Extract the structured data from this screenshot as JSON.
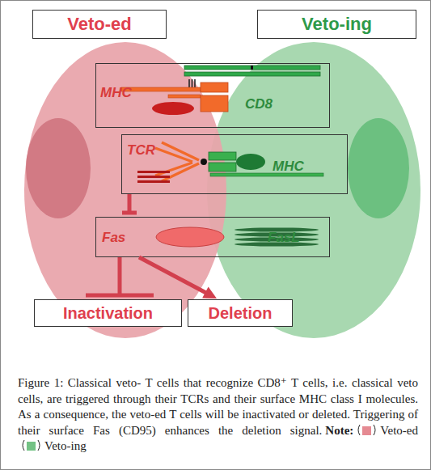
{
  "diagram": {
    "caption": "Figure 1: Classical veto- T cells that recognize CD8⁺ T cells, i.e. classical veto cells, are triggered through their TCRs and their surface MHC class I molecules. As a consequence, the veto-ed T cells will be inactivated or deleted. Triggering of their surface Fas (CD95) enhances the deletion signal.",
    "nodes": [
      {
        "text": [
          "Veto-ed"
        ]
      },
      {
        "text": [
          "Veto-ing"
        ]
      },
      {
        "text": [
          "MHC",
          "CD8"
        ]
      },
      {
        "text": [
          "TCR",
          "MHC"
        ]
      },
      {
        "text": [
          "Fas",
          "FasL"
        ]
      },
      {
        "text": [
          "Inactivation"
        ]
      },
      {
        "text": [
          "Deletion"
        ]
      }
    ],
    "edges": [
      {
        "from": 3,
        "to": 4,
        "arrow": "to"
      },
      {
        "from": 4,
        "to": 5,
        "arrow": "to"
      },
      {
        "from": 4,
        "to": 6,
        "arrow": "to"
      }
    ],
    "labels": [
      "Note:"
    ],
    "legend": [
      {
        "text": "Veto-ed",
        "color": "#e58a92"
      },
      {
        "text": "Veto-ing",
        "color": "#74c285"
      }
    ]
  }
}
